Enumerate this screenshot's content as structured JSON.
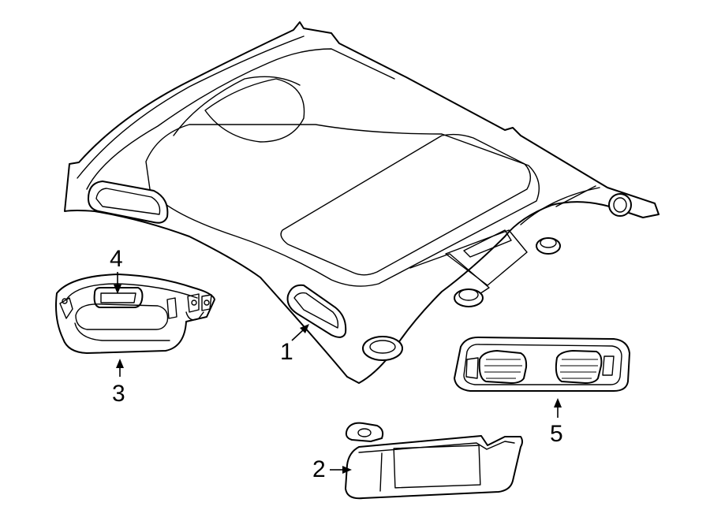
{
  "callouts": [
    {
      "id": "headliner",
      "label": "1"
    },
    {
      "id": "sun-visor",
      "label": "2"
    },
    {
      "id": "overhead-console",
      "label": "3"
    },
    {
      "id": "console-lens",
      "label": "4"
    },
    {
      "id": "dome-lamp",
      "label": "5"
    }
  ]
}
